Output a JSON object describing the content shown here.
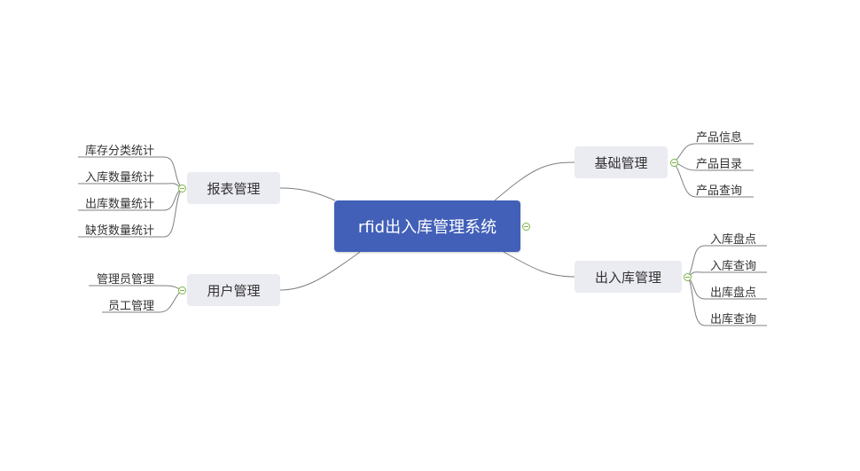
{
  "mindmap": {
    "root": "rfid出入库管理系统",
    "branches": [
      {
        "label": "基础管理",
        "children": [
          "产品信息",
          "产品目录",
          "产品查询"
        ]
      },
      {
        "label": "出入库管理",
        "children": [
          "入库盘点",
          "入库查询",
          "出库盘点",
          "出库查询"
        ]
      },
      {
        "label": "报表管理",
        "children": [
          "库存分类统计",
          "入库数量统计",
          "出库数量统计",
          "缺货数量统计"
        ]
      },
      {
        "label": "用户管理",
        "children": [
          "管理员管理",
          "员工管理"
        ]
      }
    ]
  },
  "colors": {
    "root_fill": "#4260b8",
    "branch_fill": "#ebebf2",
    "line": "#7f7f7f",
    "toggle": "#7ab648"
  }
}
